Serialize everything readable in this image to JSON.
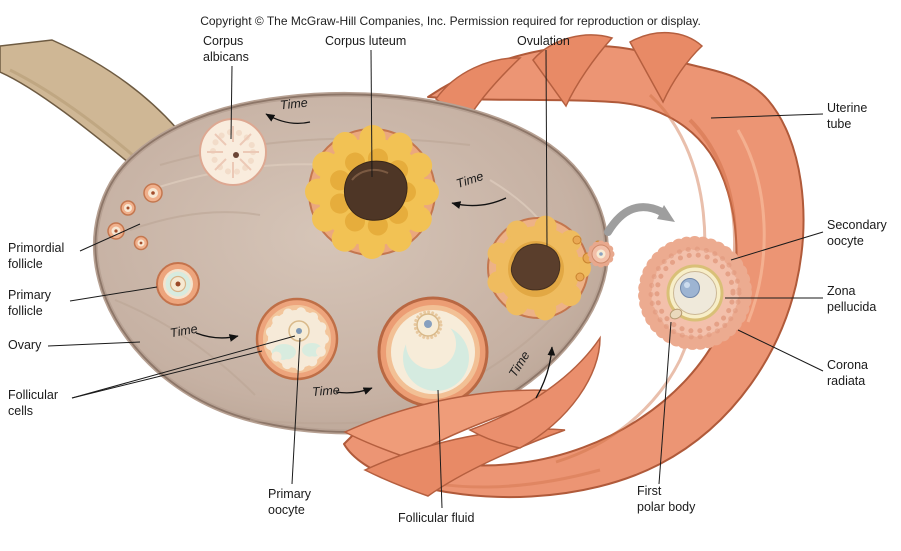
{
  "copyright": "Copyright © The McGraw-Hill Companies, Inc. Permission required for reproduction or display.",
  "labels": {
    "corpus_albicans": "Corpus\nalbicans",
    "corpus_luteum": "Corpus luteum",
    "ovulation": "Ovulation",
    "uterine_tube": "Uterine\ntube",
    "secondary_oocyte": "Secondary\noocyte",
    "zona_pellucida": "Zona\npellucida",
    "corona_radiata": "Corona\nradiata",
    "primordial_follicle": "Primordial\nfollicle",
    "primary_follicle": "Primary\nfollicle",
    "ovary": "Ovary",
    "follicular_cells": "Follicular\ncells",
    "primary_oocyte": "Primary\noocyte",
    "follicular_fluid": "Follicular fluid",
    "first_polar_body": "First\npolar body",
    "time": "Time"
  },
  "colors": {
    "ovary_fill": "#c9b5a8",
    "uterine_tube_fill": "#ec9574",
    "corpus_luteum_yellow": "#f2c254",
    "corpus_luteum_core": "#4e3626",
    "corona_radiata_pink": "#f3c0ab",
    "zona_pellucida_cream": "#f7eec8",
    "nucleus_blue": "#9db4d2",
    "follicular_fluid_mint": "#d5ebe0",
    "gray_arrow": "#9e9e9e"
  }
}
